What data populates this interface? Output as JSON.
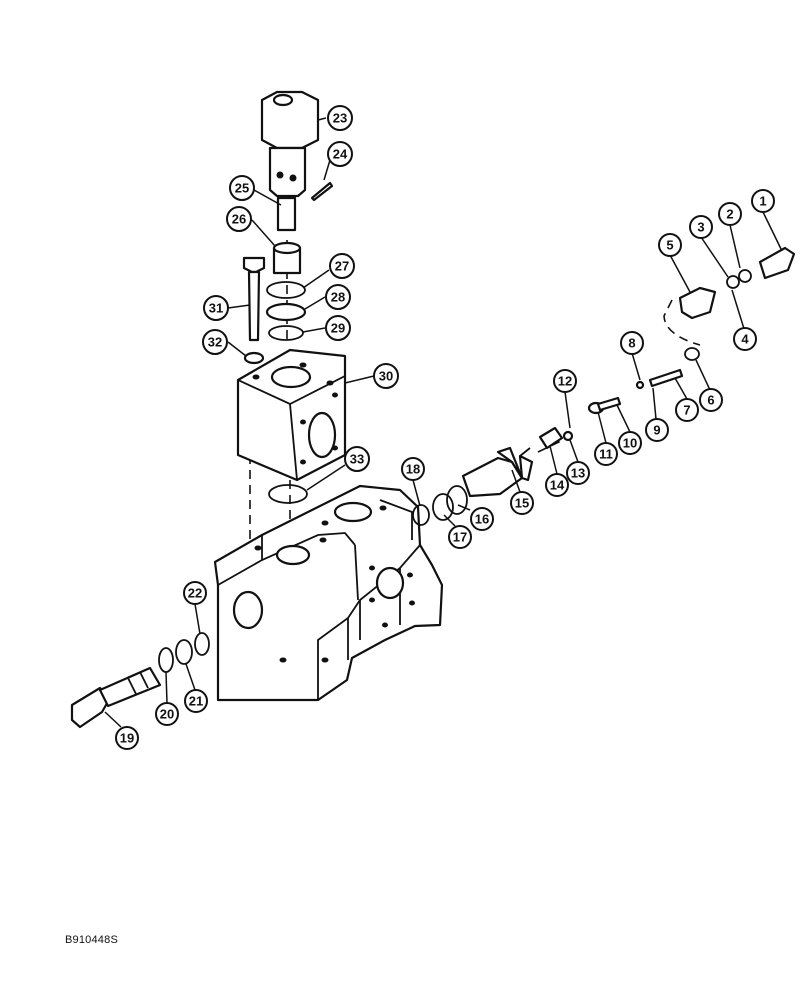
{
  "figure_code": "B910448S",
  "callouts": [
    {
      "id": "1",
      "label": "1"
    },
    {
      "id": "2",
      "label": "2"
    },
    {
      "id": "3",
      "label": "3"
    },
    {
      "id": "4",
      "label": "4"
    },
    {
      "id": "5",
      "label": "5"
    },
    {
      "id": "6",
      "label": "6"
    },
    {
      "id": "7",
      "label": "7"
    },
    {
      "id": "8",
      "label": "8"
    },
    {
      "id": "9",
      "label": "9"
    },
    {
      "id": "10",
      "label": "10"
    },
    {
      "id": "11",
      "label": "11"
    },
    {
      "id": "12",
      "label": "12"
    },
    {
      "id": "13",
      "label": "13"
    },
    {
      "id": "14",
      "label": "14"
    },
    {
      "id": "15",
      "label": "15"
    },
    {
      "id": "16",
      "label": "16"
    },
    {
      "id": "17",
      "label": "17"
    },
    {
      "id": "18",
      "label": "18"
    },
    {
      "id": "19",
      "label": "19"
    },
    {
      "id": "20",
      "label": "20"
    },
    {
      "id": "21",
      "label": "21"
    },
    {
      "id": "22",
      "label": "22"
    },
    {
      "id": "23",
      "label": "23"
    },
    {
      "id": "24",
      "label": "24"
    },
    {
      "id": "25",
      "label": "25"
    },
    {
      "id": "26",
      "label": "26"
    },
    {
      "id": "27",
      "label": "27"
    },
    {
      "id": "28",
      "label": "28"
    },
    {
      "id": "29",
      "label": "29"
    },
    {
      "id": "30",
      "label": "30"
    },
    {
      "id": "31",
      "label": "31"
    },
    {
      "id": "32",
      "label": "32"
    },
    {
      "id": "33",
      "label": "33"
    }
  ]
}
